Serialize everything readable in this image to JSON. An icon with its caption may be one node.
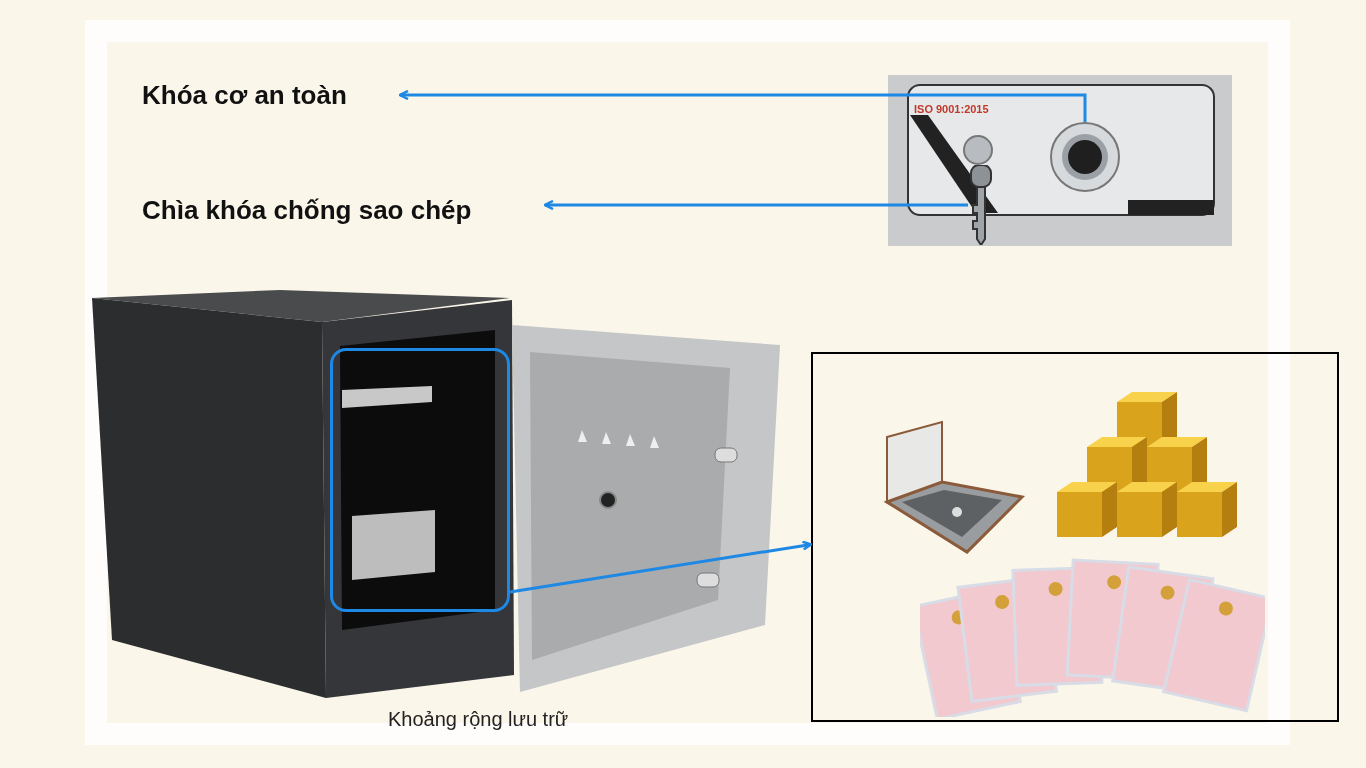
{
  "diagram": {
    "nodes": [
      {
        "text": [
          "Khóa cơ an toàn"
        ]
      },
      {
        "text": [
          "Chìa khóa chống sao chép"
        ]
      },
      {
        "text": [],
        "shape": "picture"
      },
      {
        "text": [],
        "shape": "circle",
        "in": 2
      },
      {
        "text": [],
        "shape": "picture",
        "in": 2
      },
      {
        "text": [],
        "shape": "picture",
        "beside": [
          "Khoảng rộng lưu trữ"
        ]
      },
      {
        "text": [],
        "shape": "box",
        "in": 5
      },
      {
        "text": [],
        "shape": "box"
      },
      {
        "text": [],
        "shape": "picture",
        "in": 7
      },
      {
        "text": [],
        "shape": "picture",
        "in": 7
      },
      {
        "text": [],
        "shape": "picture",
        "in": 7
      }
    ],
    "edges": [
      {
        "from": 3,
        "to": 0,
        "arrow": "to"
      },
      {
        "from": 4,
        "to": 1,
        "arrow": "to"
      },
      {
        "from": 6,
        "to": 7,
        "arrow": "to"
      }
    ],
    "labels": [
      "ISO 9001:2015"
    ]
  }
}
